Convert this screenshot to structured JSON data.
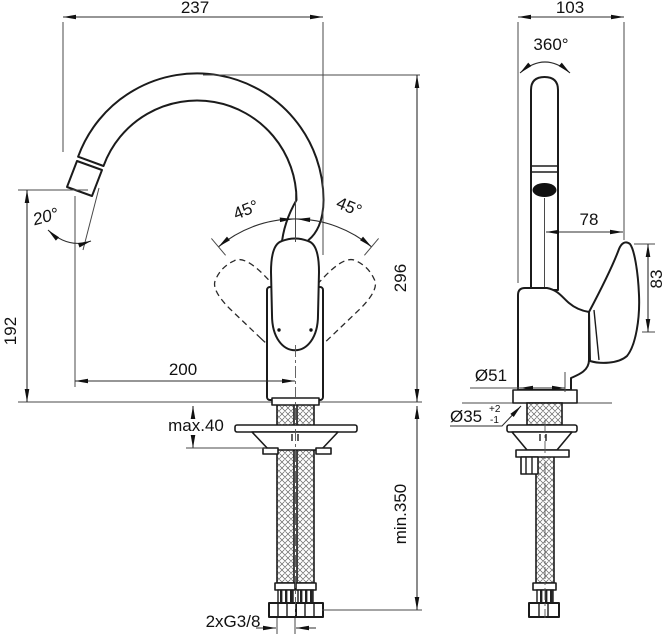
{
  "front_view": {
    "spout_reach_total": "237",
    "spout_end_angle": "20°",
    "swivel_left": "45°",
    "swivel_right": "45°",
    "outlet_height": "192",
    "total_height": "296",
    "spout_projection": "200",
    "max_mounting_thickness": "max.40",
    "min_hose_length": "min.350",
    "hose_connection": "2xG3/8"
  },
  "side_view": {
    "top_width": "103",
    "spout_rotation": "360°",
    "handle_projection": "78",
    "handle_height": "83",
    "body_diameter": "Ø51",
    "hole_diameter": "Ø35",
    "hole_tolerance_upper": "+2",
    "hole_tolerance_lower": "-1"
  },
  "colors": {
    "line": "#1b1b1b",
    "thin_line": "#4a4a4a",
    "background": "#ffffff"
  }
}
